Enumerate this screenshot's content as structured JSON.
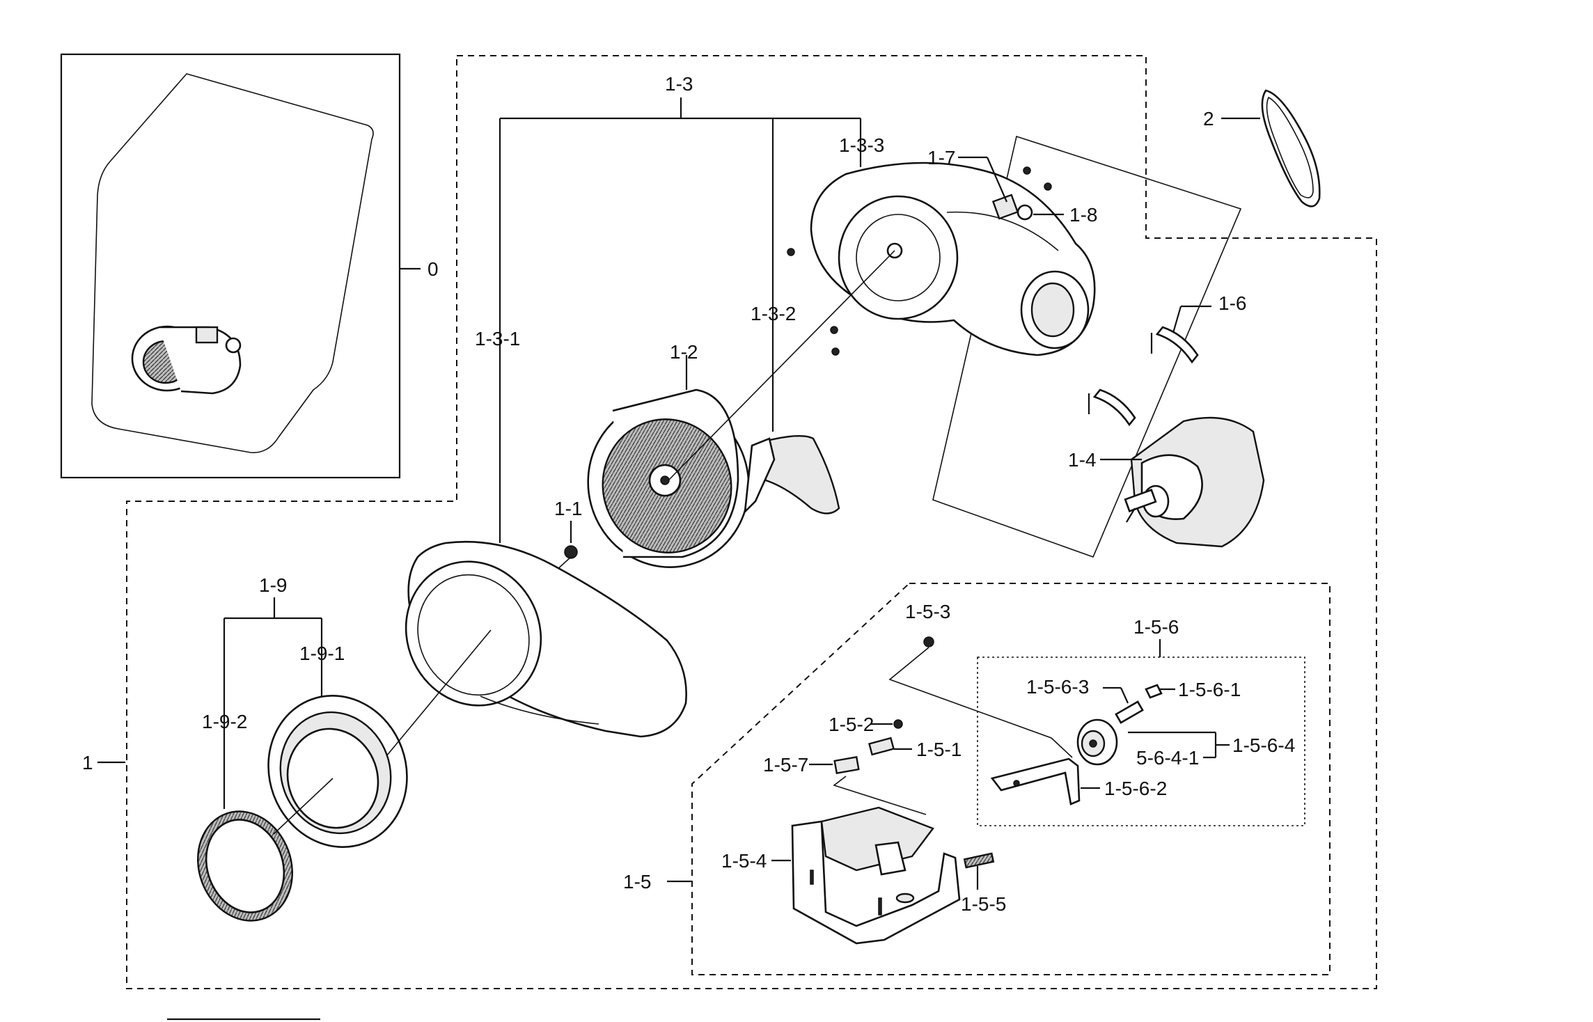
{
  "labels": {
    "l0": "0",
    "l1": "1",
    "l1_1": "1-1",
    "l1_2": "1-2",
    "l1_3": "1-3",
    "l1_3_1": "1-3-1",
    "l1_3_2": "1-3-2",
    "l1_3_3": "1-3-3",
    "l1_4": "1-4",
    "l1_5": "1-5",
    "l1_5_1": "1-5-1",
    "l1_5_2": "1-5-2",
    "l1_5_3": "1-5-3",
    "l1_5_4": "1-5-4",
    "l1_5_5": "1-5-5",
    "l1_5_6": "1-5-6",
    "l1_5_6_1": "1-5-6-1",
    "l1_5_6_2": "1-5-6-2",
    "l1_5_6_3": "1-5-6-3",
    "l1_5_6_4": "1-5-6-4",
    "l1_5_6_4_1": "5-6-4-1",
    "l1_5_7": "1-5-7",
    "l1_6": "1-6",
    "l1_7": "1-7",
    "l1_8": "1-8",
    "l1_9": "1-9",
    "l1_9_1": "1-9-1",
    "l1_9_2": "1-9-2",
    "l2": "2"
  }
}
